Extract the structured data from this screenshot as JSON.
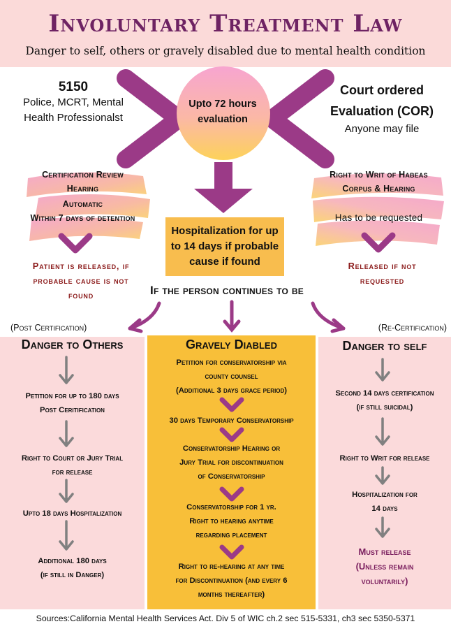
{
  "header": {
    "title": "Involuntary Treatment Law",
    "subtitle": "Danger to self, others or gravely disabled due to mental health condition"
  },
  "left_entry": {
    "code": "5150",
    "line1": "Police, MCRT, Mental",
    "line2": "Health Professionalst"
  },
  "center_entry": {
    "line1": "Upto 72 hours",
    "line2": "evaluation"
  },
  "right_entry": {
    "line1": "Court ordered",
    "line2": "Evaluation (COR)",
    "line3": "Anyone may file"
  },
  "cert_review": {
    "line1": "Certification Review",
    "line2": "Hearing",
    "line3": "Automatic",
    "line4": "Within 7 days of detention"
  },
  "habeas": {
    "line1": "Right to Writ of Habeas",
    "line2": "Corpus & Hearing",
    "line3": "Has to be requested"
  },
  "hospitalization": {
    "line1": "Hospitalization for up",
    "line2": "to 14 days if probable",
    "line3": "cause if found"
  },
  "released_left": {
    "line1": "Patient is released, if",
    "line2": "probable cause is not",
    "line3": "found"
  },
  "released_right": {
    "line1": "Released if not",
    "line2": "requested"
  },
  "continues": "If the person continues to be",
  "branch_labels": {
    "left": "(Post Certification)",
    "right": "(Re-Certification)"
  },
  "col_left": {
    "title": "Danger to Others",
    "items": [
      [
        "Petition for up to 180 days",
        "Post Ceritification"
      ],
      [
        "Right to Court or Jury Trial",
        "for release"
      ],
      [
        "Upto 18 days Hospitalization"
      ],
      [
        "Additional 180 days",
        "(if still in Danger)"
      ]
    ]
  },
  "col_mid": {
    "title": "Gravely Diabled",
    "items": [
      [
        "Petition for conservatorship via",
        "county counsel",
        "(Additional 3 days grace period)"
      ],
      [
        "30 days Temporary Conservatorship"
      ],
      [
        "Conservatorship Hearing or",
        "Jury Trial for discontinuation",
        "of Conservatorship"
      ],
      [
        "Conservatorship for 1 yr.",
        "Right to hearing anytime",
        "regarding placement"
      ],
      [
        "Right to re-hearing at any time",
        "for Discontinuation (and  every 6",
        "months thereafter)"
      ]
    ]
  },
  "col_right": {
    "title": "Danger to self",
    "items": [
      [
        "Second 14 days certification",
        "(if still suicidal)"
      ],
      [
        "Right to Writ for release"
      ],
      [
        "Hospitalization for",
        "14 days"
      ],
      [
        "Must release",
        "(Unless remain",
        "voluntarily)"
      ]
    ]
  },
  "footer": "Sources:California Mental Health Services Act. Div 5 of WIC ch.2 sec 515-5331, ch3 sec 5350-5371",
  "colors": {
    "title": "#6e2363",
    "chevron": "#9b3a87",
    "header_band": "#fbdad9",
    "pink_column": "#fbdadb",
    "yellow": "#f8bf39",
    "maroon_text": "#8b1a1a",
    "purple_text": "#7a1e5e",
    "gray_arrow": "#808080"
  }
}
